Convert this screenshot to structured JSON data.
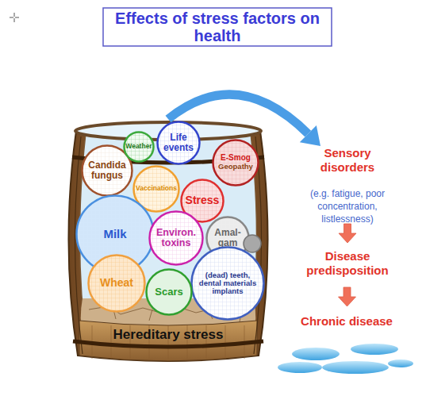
{
  "diagram": {
    "title": "Effects of stress factors on health",
    "nodes": [
      {
        "text": [
          "Hereditary stress"
        ]
      },
      {
        "text": [
          "Candida fungus"
        ],
        "in": 0
      },
      {
        "text": [
          "Weather"
        ],
        "in": 0
      },
      {
        "text": [
          "Life events"
        ],
        "in": 0
      },
      {
        "text": [
          "E-Smog",
          "Geopathy"
        ],
        "in": 0
      },
      {
        "text": [
          "Vaccinations"
        ],
        "in": 0
      },
      {
        "text": [
          "Stress"
        ],
        "in": 0
      },
      {
        "text": [
          "Milk"
        ],
        "in": 0
      },
      {
        "text": [
          "Environ. toxins"
        ],
        "in": 0
      },
      {
        "text": [
          "Amal- gam"
        ],
        "in": 0
      },
      {
        "text": [
          "(dead) teeth, dental materials implants"
        ],
        "in": 0
      },
      {
        "text": [
          "Wheat"
        ],
        "in": 0
      },
      {
        "text": [
          "Scars"
        ],
        "in": 0
      },
      {
        "text": [
          "Sensory disorders",
          "(e.g. fatigue, poor concentration, listlessness)"
        ]
      },
      {
        "text": [
          "Disease predisposition"
        ]
      },
      {
        "text": [
          "Chronic disease"
        ]
      }
    ],
    "edges": [
      {
        "from": 0,
        "to": 13,
        "arrow": "to"
      },
      {
        "from": 13,
        "to": 14,
        "arrow": "to"
      },
      {
        "from": 14,
        "to": 15,
        "arrow": "to"
      }
    ]
  }
}
